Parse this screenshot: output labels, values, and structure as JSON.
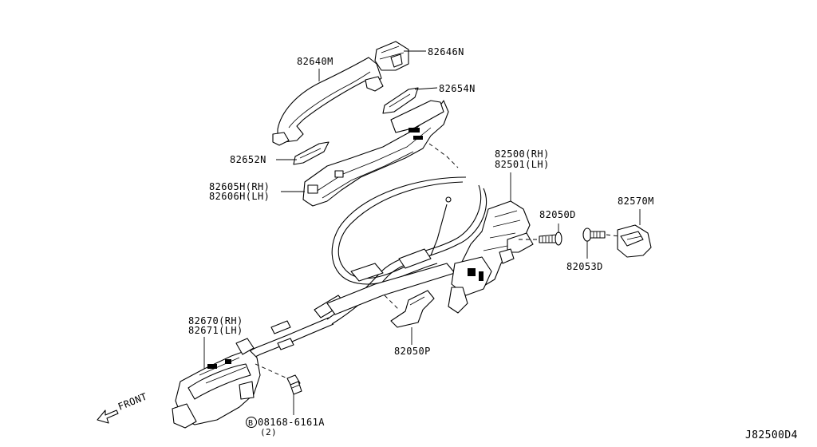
{
  "labels": {
    "handle_outside": "82640M",
    "handle_cap": "82646N",
    "gasket_front": "82654N",
    "gasket_rear": "82652N",
    "handle_bracket_rh": "82605H(RH)",
    "handle_bracket_lh": "82606H(LH)",
    "lock_actuator_rh": "82500(RH)",
    "lock_actuator_lh": "82501(LH)",
    "screw": "82050D",
    "striker": "82570M",
    "striker_screw": "82053D",
    "inside_handle_rh": "82670(RH)",
    "inside_handle_lh": "82671(LH)",
    "protector": "82050P",
    "bolt_part": "08168-6161A",
    "bolt_qty": "(2)",
    "bolt_marker": "B",
    "front_arrow": "FRONT",
    "diagram_code": "J82500D4"
  }
}
